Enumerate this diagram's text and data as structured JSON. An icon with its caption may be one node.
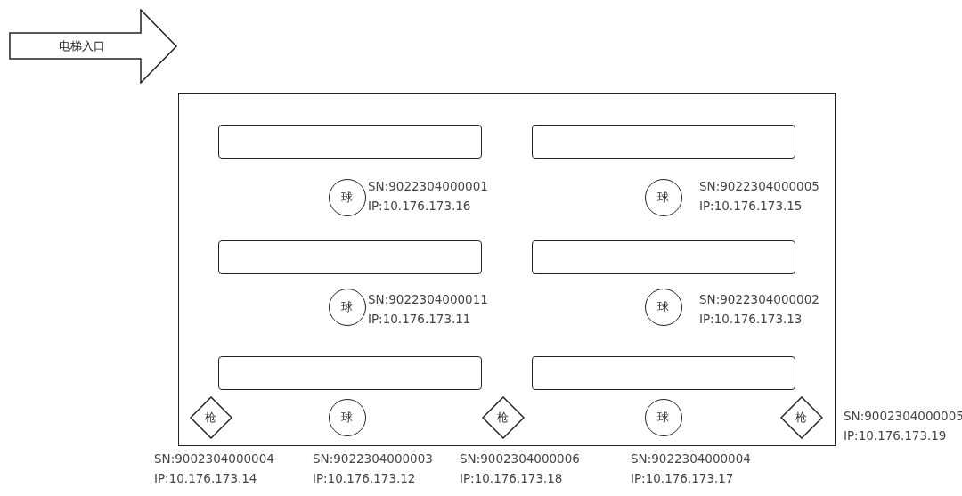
{
  "diagram": {
    "nodes": [
      {
        "text": [
          "电梯入口"
        ]
      },
      {
        "text": [],
        "shape": "box"
      },
      {
        "text": [],
        "shape": "bar",
        "in": 1
      },
      {
        "text": [],
        "shape": "bar",
        "in": 1
      },
      {
        "text": [],
        "shape": "bar",
        "in": 1
      },
      {
        "text": [],
        "shape": "bar",
        "in": 1
      },
      {
        "text": [],
        "shape": "bar",
        "in": 1
      },
      {
        "text": [],
        "shape": "bar",
        "in": 1
      },
      {
        "text": [
          "球"
        ],
        "in": 1,
        "beside": [
          "SN:9022304000001",
          "IP:10.176.173.16"
        ]
      },
      {
        "text": [
          "球"
        ],
        "in": 1,
        "beside": [
          "SN:9022304000005",
          "IP:10.176.173.15"
        ]
      },
      {
        "text": [
          "球"
        ],
        "in": 1,
        "beside": [
          "SN:9022304000011",
          "IP:10.176.173.11"
        ]
      },
      {
        "text": [
          "球"
        ],
        "in": 1,
        "beside": [
          "SN:9022304000002",
          "IP:10.176.173.13"
        ]
      },
      {
        "text": [
          "枪"
        ],
        "in": 1,
        "beside": [
          "SN:9002304000004",
          "IP:10.176.173.14"
        ]
      },
      {
        "text": [
          "球"
        ],
        "in": 1,
        "beside": [
          "SN:9022304000003",
          "IP:10.176.173.12"
        ]
      },
      {
        "text": [
          "枪"
        ],
        "in": 1,
        "beside": [
          "SN:9002304000006",
          "IP:10.176.173.18"
        ]
      },
      {
        "text": [
          "球"
        ],
        "in": 1,
        "beside": [
          "SN:9022304000004",
          "IP:10.176.173.17"
        ]
      },
      {
        "text": [
          "枪"
        ],
        "in": 1,
        "beside": [
          "SN:9002304000005",
          "IP:10.176.173.19"
        ]
      }
    ]
  }
}
